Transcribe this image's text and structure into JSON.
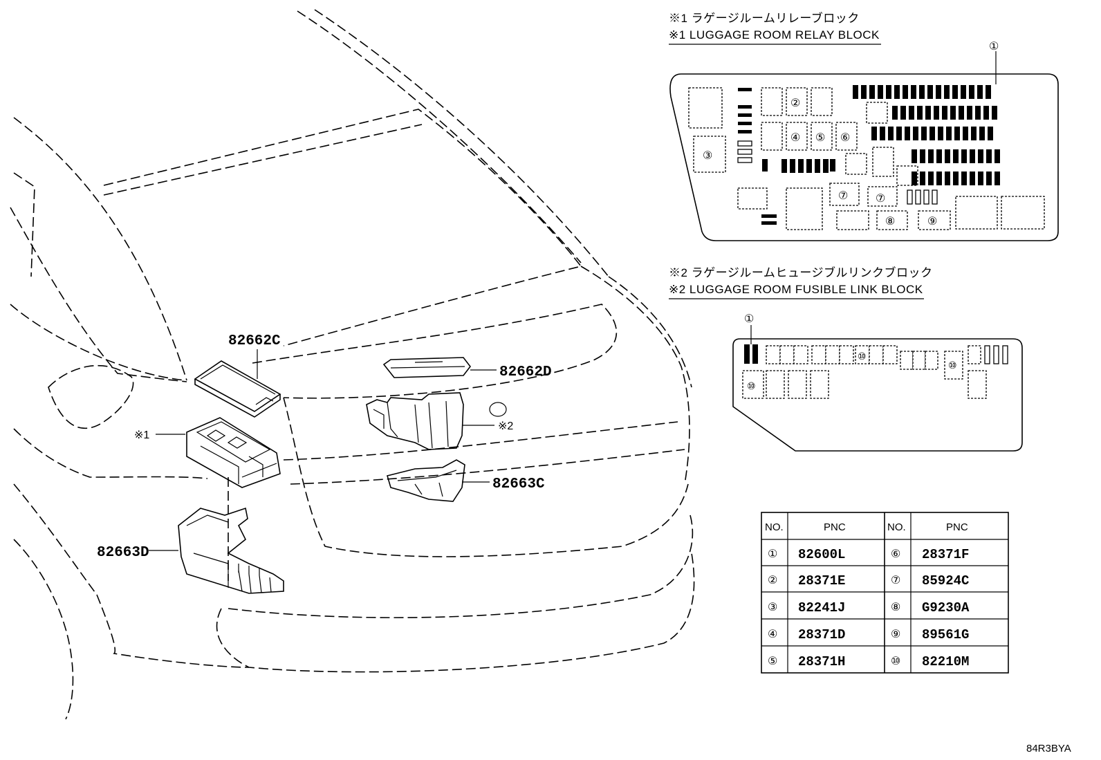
{
  "parts": {
    "p82662C": "82662C",
    "p82662D": "82662D",
    "p82663C": "82663C",
    "p82663D": "82663D",
    "ref1": "※1",
    "ref2": "※2"
  },
  "relay_block": {
    "title_jp": "※1 ラゲージルームリレーブロック",
    "title_en": "※1 LUGGAGE ROOM RELAY BLOCK",
    "callouts": [
      "①",
      "②",
      "③",
      "④",
      "⑤",
      "⑥",
      "⑦",
      "⑦",
      "⑧",
      "⑨"
    ]
  },
  "fusible_block": {
    "title_jp": "※2 ラゲージルームヒュージブルリンクブロック",
    "title_en": "※2 LUGGAGE ROOM FUSIBLE LINK BLOCK",
    "callouts": [
      "①",
      "⑩",
      "⑩",
      "⑩"
    ]
  },
  "pnc_table": {
    "headers": [
      "NO.",
      "PNC",
      "NO.",
      "PNC"
    ],
    "rows": [
      {
        "no1": "①",
        "pnc1": "82600L",
        "no2": "⑥",
        "pnc2": "28371F"
      },
      {
        "no1": "②",
        "pnc1": "28371E",
        "no2": "⑦",
        "pnc2": "85924C"
      },
      {
        "no1": "③",
        "pnc1": "82241J",
        "no2": "⑧",
        "pnc2": "G9230A"
      },
      {
        "no1": "④",
        "pnc1": "28371D",
        "no2": "⑨",
        "pnc2": "89561G"
      },
      {
        "no1": "⑤",
        "pnc1": "28371H",
        "no2": "⑩",
        "pnc2": "82210M"
      }
    ]
  },
  "figure_code": "84R3BYA"
}
